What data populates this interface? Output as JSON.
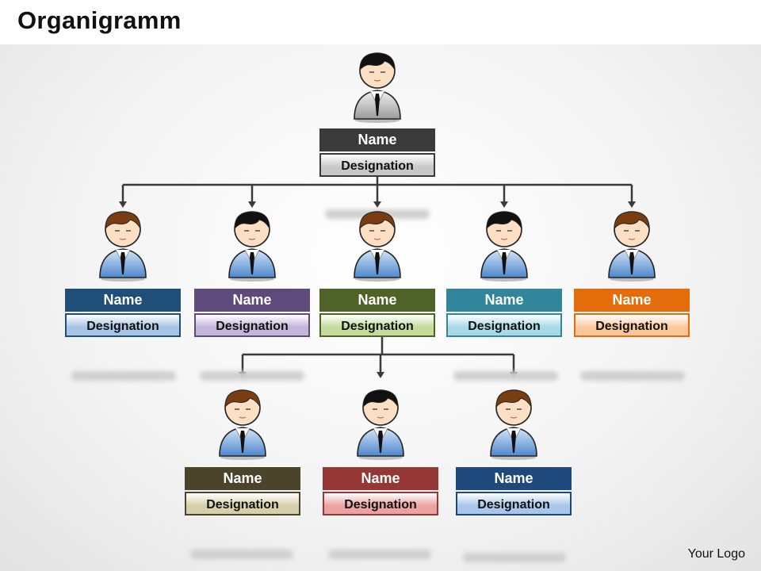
{
  "title": "Organigramm",
  "logo_text": "Your Logo",
  "colors": {
    "connector": "#3a3a3a",
    "top": "#3a3a3a",
    "navy": "#1f4e79",
    "purple": "#5e4a7b",
    "green": "#4f6228",
    "teal": "#31869b",
    "orange": "#e46c0a",
    "olive": "#4a452a",
    "red": "#953735",
    "blue": "#1f497d"
  },
  "nodes": [
    {
      "id": "root",
      "name": "Name",
      "designation": "Designation",
      "color": "#3a3a3a",
      "light": "#c8c8c8",
      "suit": "gray",
      "hair": "black"
    },
    {
      "id": "l1-1",
      "name": "Name",
      "designation": "Designation",
      "color": "#1f4e79",
      "light": "#a6c4e6",
      "suit": "blue",
      "hair": "brown"
    },
    {
      "id": "l1-2",
      "name": "Name",
      "designation": "Designation",
      "color": "#5e4a7b",
      "light": "#c3b4da",
      "suit": "blue",
      "hair": "black"
    },
    {
      "id": "l1-3",
      "name": "Name",
      "designation": "Designation",
      "color": "#4f6228",
      "light": "#c4dc9a",
      "suit": "blue",
      "hair": "brown"
    },
    {
      "id": "l1-4",
      "name": "Name",
      "designation": "Designation",
      "color": "#31869b",
      "light": "#a7dae6",
      "suit": "blue",
      "hair": "black"
    },
    {
      "id": "l1-5",
      "name": "Name",
      "designation": "Designation",
      "color": "#e46c0a",
      "light": "#fbc79a",
      "suit": "blue",
      "hair": "brown"
    },
    {
      "id": "l2-1",
      "name": "Name",
      "designation": "Designation",
      "color": "#4a452a",
      "light": "#d6d0aa",
      "suit": "blue",
      "hair": "brown"
    },
    {
      "id": "l2-2",
      "name": "Name",
      "designation": "Designation",
      "color": "#953735",
      "light": "#eaa3a1",
      "suit": "blue",
      "hair": "black"
    },
    {
      "id": "l2-3",
      "name": "Name",
      "designation": "Designation",
      "color": "#1f497d",
      "light": "#a9c6ea",
      "suit": "blue",
      "hair": "brown"
    }
  ]
}
